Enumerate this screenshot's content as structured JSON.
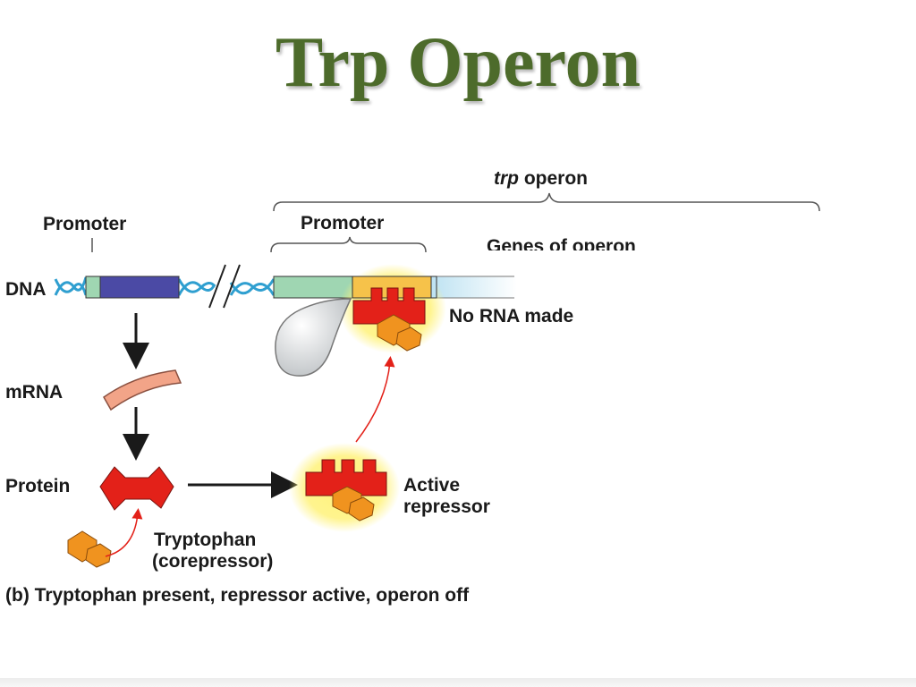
{
  "title": "Trp Operon",
  "labels": {
    "trp_operon_italic": "trp",
    "trp_operon_rest": " operon",
    "promoter_left": "Promoter",
    "promoter_right": "Promoter",
    "genes_of_operon": "Genes of operon",
    "dna": "DNA",
    "no_rna_made": "No RNA made",
    "mrna": "mRNA",
    "protein": "Protein",
    "active_repressor_line1": "Active",
    "active_repressor_line2": "repressor",
    "tryptophan_line1": "Tryptophan",
    "tryptophan_line2": "(corepressor)",
    "caption": "(b) Tryptophan present, repressor active, operon off"
  },
  "colors": {
    "title": "#4d6b2b",
    "repressor": "#e32119",
    "tryptophan": "#f0931f",
    "glow": "#fff27a",
    "promoter_box": "#9fd6b2",
    "regulatory_gene": "#4b4aa5",
    "operator": "#f6c24a",
    "genes_region": "#bfe3f2",
    "mrna": "#f2a488",
    "rna_polymerase": "#d9dcde",
    "dna_helix": "#2f9fd0"
  }
}
